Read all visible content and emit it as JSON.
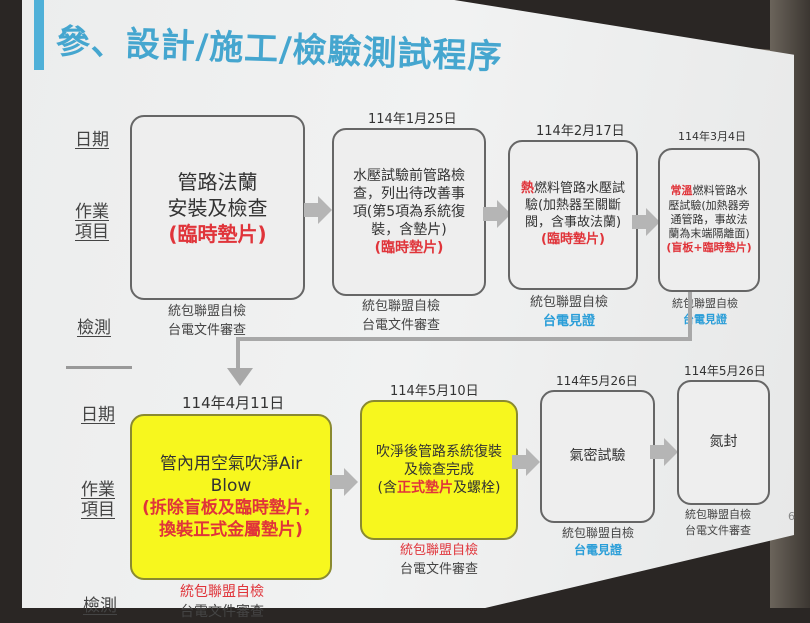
{
  "title": "參、設計/施工/檢驗測試程序",
  "row_labels": {
    "date": "日期",
    "work_line1": "作業",
    "work_line2": "項目",
    "inspect": "檢測"
  },
  "steps": [
    {
      "date": "",
      "lines": [
        "管路法蘭",
        "安裝及檢查"
      ],
      "red": "(臨時墊片)",
      "check1": "統包聯盟自檢",
      "check2": "台電文件審查"
    },
    {
      "date": "114年1月25日",
      "lines": [
        "水壓試驗前管路檢",
        "查，列出待改善事",
        "項(第5項為系統復",
        "裝，含墊片)"
      ],
      "red": "(臨時墊片)",
      "check1": "統包聯盟自檢",
      "check2": "台電文件審查"
    },
    {
      "date": "114年2月17日",
      "red_prefix": "熱",
      "lines": [
        "燃料管路水壓試",
        "驗(加熱器至關斷",
        "閥，含事故法蘭)"
      ],
      "red": "(臨時墊片)",
      "check1": "統包聯盟自檢",
      "check2": "台電見證"
    },
    {
      "date": "114年3月4日",
      "red_prefix": "常溫",
      "lines": [
        "燃料管路水",
        "壓試驗(加熱器旁",
        "通管路，事故法",
        "蘭為末端隔離面)"
      ],
      "red": "(盲板+臨時墊片)",
      "check1": "統包聯盟自檢",
      "check2": "台電見證"
    },
    {
      "date": "114年4月11日",
      "lines": [
        "管內用空氣吹淨Air",
        "Blow"
      ],
      "red_lines": [
        "(拆除盲板及臨時墊片，",
        "換裝正式金屬墊片)"
      ],
      "check1": "統包聯盟自檢",
      "check2": "台電文件審查"
    },
    {
      "date": "114年5月10日",
      "lines": [
        "吹淨後管路系統復裝",
        "及檢查完成"
      ],
      "mixed": {
        "pre": "(含",
        "red": "正式墊片",
        "post": "及螺栓)"
      },
      "check1": "統包聯盟自檢",
      "check2": "台電文件審查"
    },
    {
      "date": "114年5月26日",
      "lines": [
        "氣密試驗"
      ],
      "check1": "統包聯盟自檢",
      "check2": "台電見證"
    },
    {
      "date": "114年5月26日",
      "lines": [
        "氮封"
      ],
      "check1": "統包聯盟自檢",
      "check2": "台電文件審查"
    }
  ],
  "page_number": "6",
  "colors": {
    "title": "#45a6cf",
    "highlight_red": "#e0343a",
    "witness_blue": "#2b9ed8",
    "yellow_box": "#f7f71e"
  }
}
